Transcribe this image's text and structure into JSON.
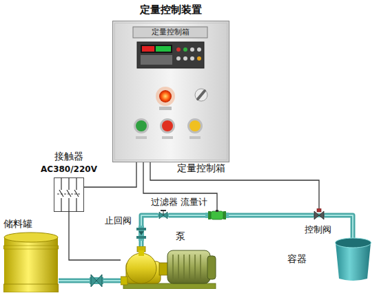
{
  "diagram": {
    "title": "定量控制装置",
    "nodes": [
      {
        "text": [
          "定量控制箱"
        ]
      },
      {
        "text": [
          "接触器",
          "AC380/220V"
        ]
      },
      {
        "text": [
          "储料罐"
        ]
      },
      {
        "text": [
          "泵"
        ]
      },
      {
        "text": [
          "止回阀"
        ]
      },
      {
        "text": [
          "过滤器"
        ]
      },
      {
        "text": [
          "流量计"
        ]
      },
      {
        "text": [
          "控制阀"
        ]
      },
      {
        "text": [
          "容器"
        ]
      }
    ],
    "edges": [
      {
        "from": 0,
        "to": 1,
        "arrow": "none"
      },
      {
        "from": 1,
        "to": 3,
        "arrow": "none"
      },
      {
        "from": 0,
        "to": 6,
        "arrow": "none"
      },
      {
        "from": 0,
        "to": 7,
        "arrow": "none"
      },
      {
        "from": 2,
        "to": 3,
        "arrow": "none"
      },
      {
        "from": 3,
        "to": 4,
        "arrow": "none"
      },
      {
        "from": 4,
        "to": 5,
        "arrow": "none"
      },
      {
        "from": 5,
        "to": 6,
        "arrow": "none"
      },
      {
        "from": 6,
        "to": 7,
        "arrow": "none"
      },
      {
        "from": 7,
        "to": 8,
        "arrow": "none"
      }
    ],
    "labels": [
      "定量控制箱"
    ]
  }
}
